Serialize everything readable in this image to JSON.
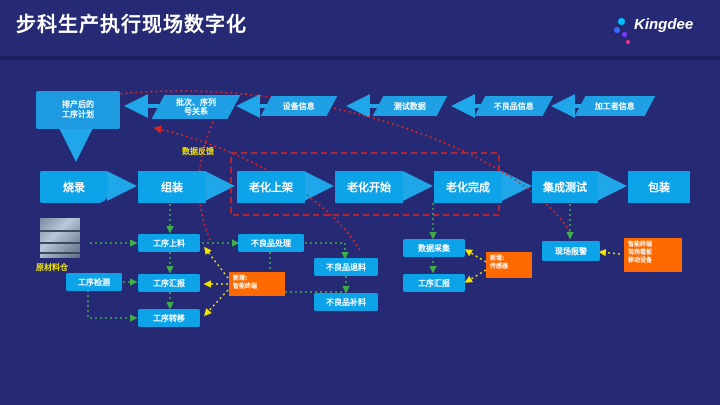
{
  "title": "步科生产执行现场数字化",
  "logo": {
    "text": "Kingdee"
  },
  "top_docs": {
    "plan": "排产后的\n工序计划"
  },
  "inputs": [
    {
      "label": "批次、序列\n号关系"
    },
    {
      "label": "设备信息"
    },
    {
      "label": "测试数据"
    },
    {
      "label": "不良品信息"
    },
    {
      "label": "加工者信息"
    }
  ],
  "feedback_label": "数据反馈",
  "main_flow": [
    "烧录",
    "组装",
    "老化上架",
    "老化开始",
    "老化完成",
    "集成测试",
    "包装"
  ],
  "ops": {
    "station_upload": "工序上料",
    "station_report": "工序汇报",
    "station_transfer": "工序转移",
    "station_inspect": "工序检测",
    "defect_handle": "不良品处理",
    "defect_return": "不良品退料",
    "defect_replenish": "不良品补料",
    "data_collect": "数据采集",
    "station_report2": "工序汇报",
    "site_alarm": "现场报警"
  },
  "warehouse_label": "原材料仓",
  "tags": {
    "terminal": "新增:\n智能终端",
    "sensor": "新增:\n传感器",
    "devices": "智能终端\n现场看板\n移动设备"
  },
  "colors": {
    "bg": "#262a75",
    "box": "#0da3e8",
    "orange": "#ff6a00",
    "green_dash": "#3fae49",
    "red_dash": "#e0241b",
    "yellow": "#f2e600"
  }
}
